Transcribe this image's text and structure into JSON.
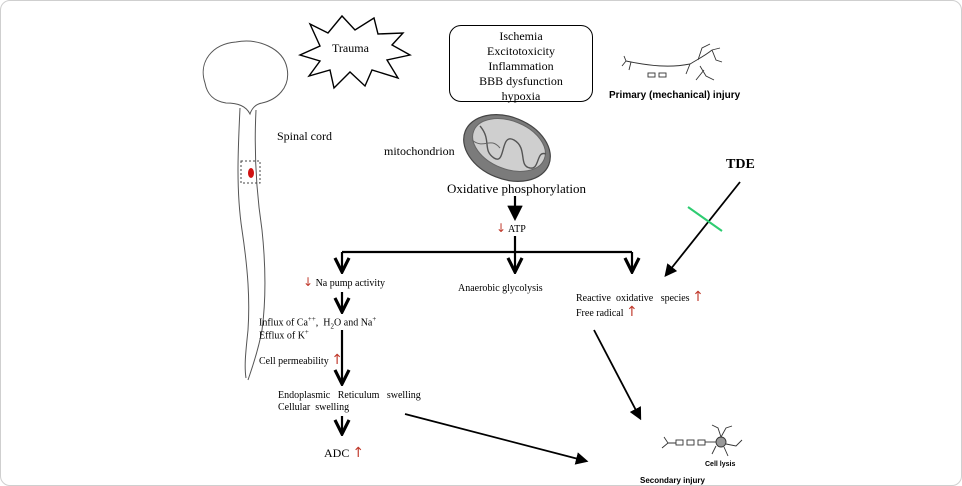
{
  "top": {
    "trauma": "Trauma",
    "causes": [
      "Ischemia",
      "Excitotoxicity",
      "Inflammation",
      "BBB dysfunction",
      "hypoxia"
    ],
    "primary_injury": "Primary (mechanical) injury"
  },
  "left": {
    "spinal_cord": "Spinal cord"
  },
  "center": {
    "mitochondrion": "mitochondrion",
    "oxidative_phosphorylation": "Oxidative phosphorylation",
    "atp": "ATP"
  },
  "right": {
    "tde": "TDE"
  },
  "branches": {
    "na_pump": "Na pump activity",
    "anaerobic": "Anaerobic  glycolysis",
    "ros": "Reactive  oxidative   species",
    "free_radical": "Free radical"
  },
  "cascade": {
    "influx_prefix": "Influx of Ca",
    "influx_sup1": "++",
    "influx_mid": ",  H",
    "influx_sub": "2",
    "influx_mid2": "O and Na",
    "influx_sup2": "+",
    "efflux_prefix": "Efflux of K",
    "efflux_sup": "+",
    "cell_permeability": "Cell permeability",
    "er_swelling": "Endoplasmic   Reticulum   swelling",
    "cellular_swelling": "Cellular  swelling",
    "adc": "ADC"
  },
  "outcome": {
    "cell_lysis": "Cell lysis",
    "secondary_injury": "Secondary injury"
  },
  "colors": {
    "arrow_up_down": "#c0392b",
    "inhibit_bar": "#2ecc71",
    "cord_marker": "#d01010"
  },
  "symbols": {
    "up": "↑",
    "down": "↓"
  }
}
